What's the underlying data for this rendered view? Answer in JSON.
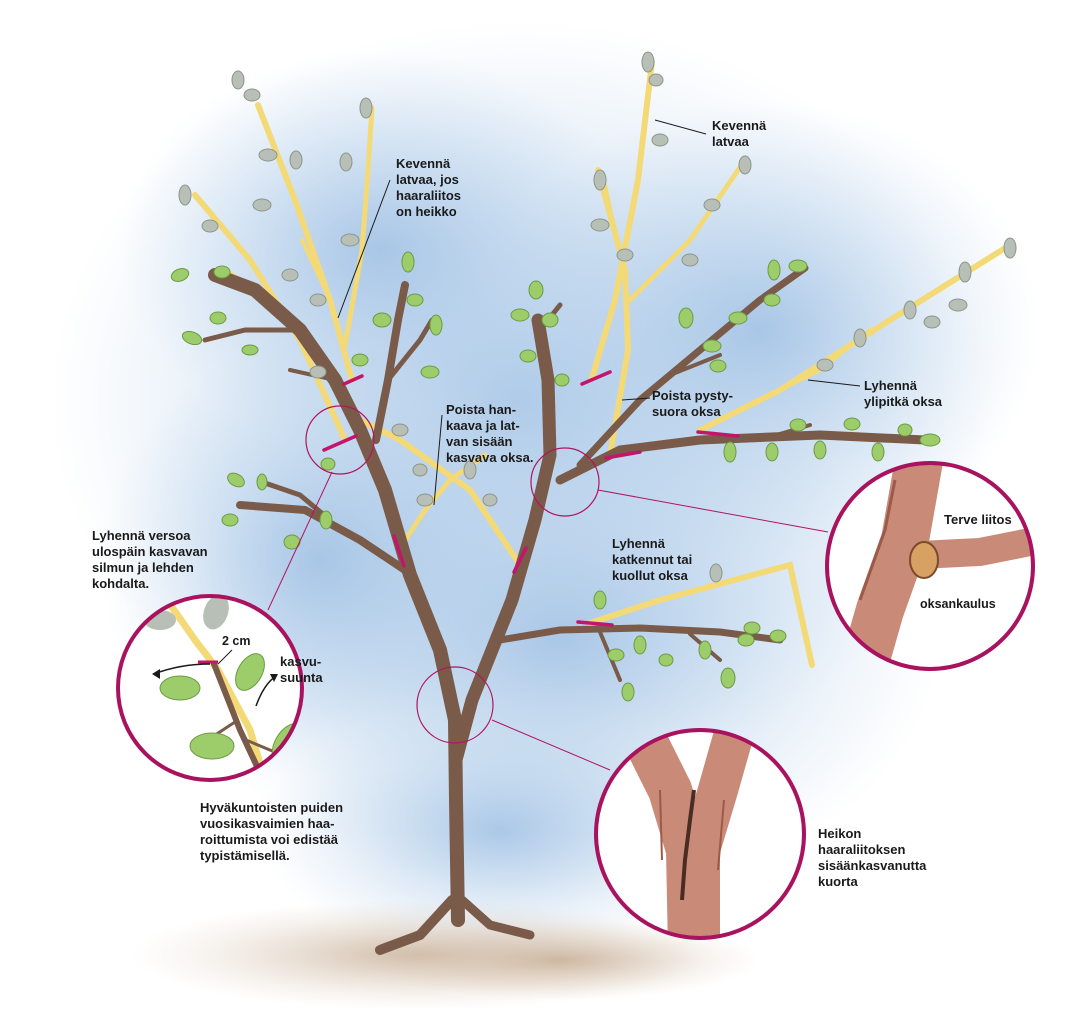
{
  "labels": {
    "keventa_jos": "Kevennä\nlatvaa, jos\nhaaraliitos\non heikko",
    "keventa_latvaa": "Kevennä\nlatvaa",
    "poista_hankaava": "Poista han-\nkaava ja lat-\nvan sisään\nkasvava oksa.",
    "poista_pysty": "Poista pysty-\nsuora oksa",
    "lyhenna_ylipitka": "Lyhennä\nylipitkä oksa",
    "lyhenna_versoa": "Lyhennä versoa\nulospäin kasvavan\nsilmun ja lehden\nkohdalta.",
    "lyhenna_katkennut": "Lyhennä\nkatkennut tai\nkuollut oksa",
    "terve_liitos": "Terve liitos",
    "oksankaulus": "oksankaulus",
    "two_cm": "2 cm",
    "kasvusuunta": "kasvu-\nsuunta",
    "hyvakuntoisten": "Hyväkuntoisten puiden\nvuosikasvaimien haa-\nroittumista voi edistää\ntypistämisellä.",
    "heikon": "Heikon\nhaaraliitoksen\nsisäänkasvanutta\nkuorta"
  },
  "colors": {
    "trunk": "#7a5a48",
    "yellow_branch": "#f4d977",
    "cut_mark": "#c2156b",
    "leaf": "#9ccd6a",
    "grey_leaf": "#b8bfb6",
    "sky": "#aecbe8"
  }
}
